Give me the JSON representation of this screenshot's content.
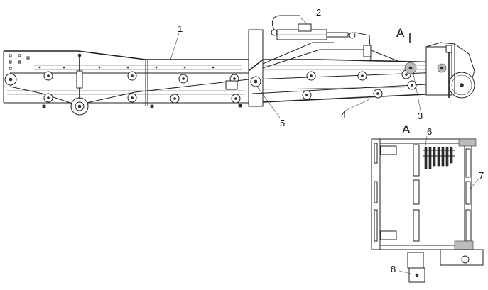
{
  "callouts": [
    {
      "id": "1",
      "label": "1"
    },
    {
      "id": "2",
      "label": "2"
    },
    {
      "id": "3",
      "label": "3"
    },
    {
      "id": "4",
      "label": "4"
    },
    {
      "id": "5",
      "label": "5"
    },
    {
      "id": "6",
      "label": "6"
    },
    {
      "id": "7",
      "label": "7"
    },
    {
      "id": "8",
      "label": "8"
    }
  ],
  "view_marker": {
    "label": "A"
  },
  "view_title": {
    "label": "A"
  }
}
